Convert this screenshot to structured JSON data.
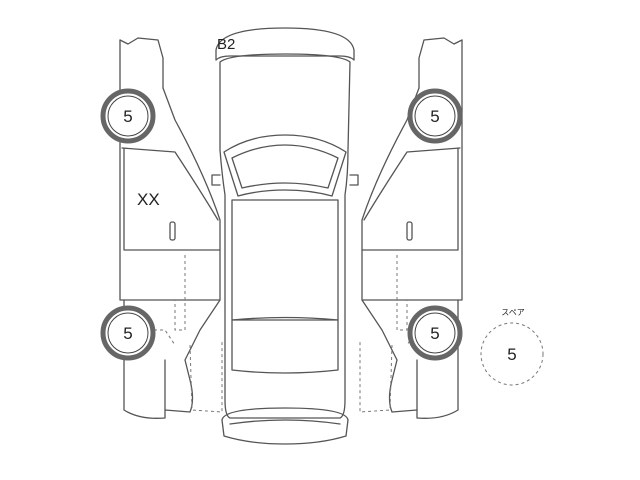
{
  "marks": {
    "xx": "XX",
    "b2": "B2"
  },
  "tires": {
    "front_left": "5",
    "front_right": "5",
    "rear_left": "5",
    "rear_right": "5"
  },
  "spare": {
    "label": "スペア",
    "value": "5"
  }
}
